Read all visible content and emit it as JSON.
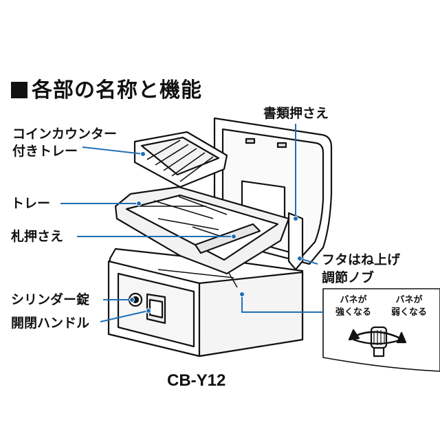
{
  "title": "各部の名称と機能",
  "labels": {
    "coin_tray_line1": "コインカウンター",
    "coin_tray_line2": "付きトレー",
    "document_holder": "書類押さえ",
    "tray": "トレー",
    "bill_holder": "札押さえ",
    "lid_knob_line1": "フタはね上げ",
    "lid_knob_line2": "調節ノブ",
    "cylinder_lock": "シリンダー錠",
    "open_handle": "開閉ハンドル"
  },
  "inset": {
    "strong_line1": "バネが",
    "strong_line2": "強くなる",
    "weak_line1": "バネが",
    "weak_line2": "弱くなる"
  },
  "model": "CB-Y12",
  "colors": {
    "leader": "#1f6fb4",
    "ink": "#111111",
    "shade": "#dcdcdc"
  }
}
